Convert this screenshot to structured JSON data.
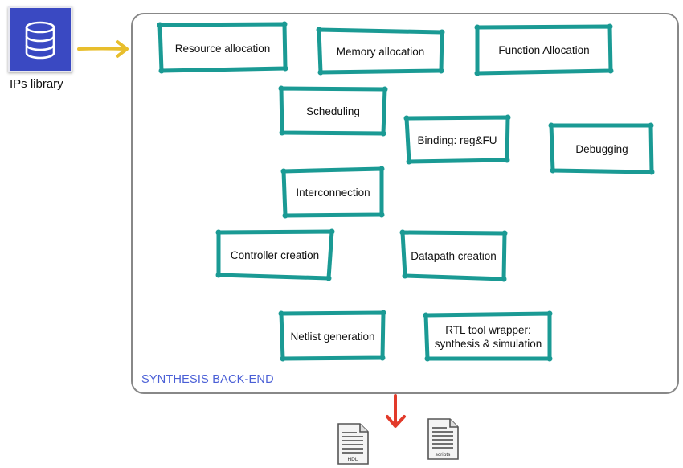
{
  "ips_library": {
    "label": "IPs library",
    "icon": "database-icon"
  },
  "panel": {
    "title": "SYNTHESIS BACK-END"
  },
  "steps": [
    {
      "id": "resource-allocation",
      "label": "Resource allocation"
    },
    {
      "id": "memory-allocation",
      "label": "Memory allocation"
    },
    {
      "id": "function-allocation",
      "label": "Function Allocation"
    },
    {
      "id": "scheduling",
      "label": "Scheduling"
    },
    {
      "id": "binding",
      "label": "Binding: reg&FU"
    },
    {
      "id": "debugging",
      "label": "Debugging"
    },
    {
      "id": "interconnection",
      "label": "Interconnection"
    },
    {
      "id": "controller-creation",
      "label": "Controller creation"
    },
    {
      "id": "datapath-creation",
      "label": "Datapath creation"
    },
    {
      "id": "netlist-generation",
      "label": "Netlist generation"
    },
    {
      "id": "rtl-tool-wrapper",
      "label": "RTL tool wrapper:\nsynthesis & simulation"
    }
  ],
  "outputs": [
    {
      "id": "hdl",
      "label": "HDL",
      "icon": "document-icon"
    },
    {
      "id": "scripts",
      "label": "scripts",
      "icon": "document-icon"
    }
  ],
  "colors": {
    "box_stroke": "#1a9a94",
    "panel_title": "#4a5fd6",
    "input_arrow": "#e8be2c",
    "output_arrow": "#e23a2a",
    "library_tile": "#3a49c2"
  }
}
